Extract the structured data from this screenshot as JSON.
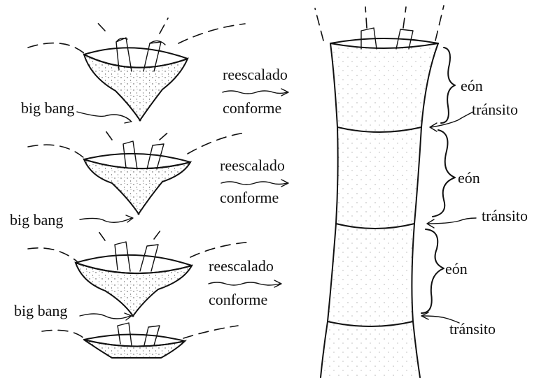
{
  "left_column": {
    "stages": [
      {
        "transform_top": "reescalado",
        "transform_bottom": "conforme",
        "event": "big bang"
      },
      {
        "transform_top": "reescalado",
        "transform_bottom": "conforme",
        "event": "big bang"
      },
      {
        "transform_top": "reescalado",
        "transform_bottom": "conforme",
        "event": "big bang"
      }
    ]
  },
  "right_column": {
    "labels": [
      {
        "eon": "eón",
        "transit": "tránsito"
      },
      {
        "eon": "eón",
        "transit": "tránsito"
      },
      {
        "eon": "eón",
        "transit": "tránsito"
      }
    ]
  },
  "colors": {
    "ink": "#111111",
    "background": "#ffffff"
  }
}
